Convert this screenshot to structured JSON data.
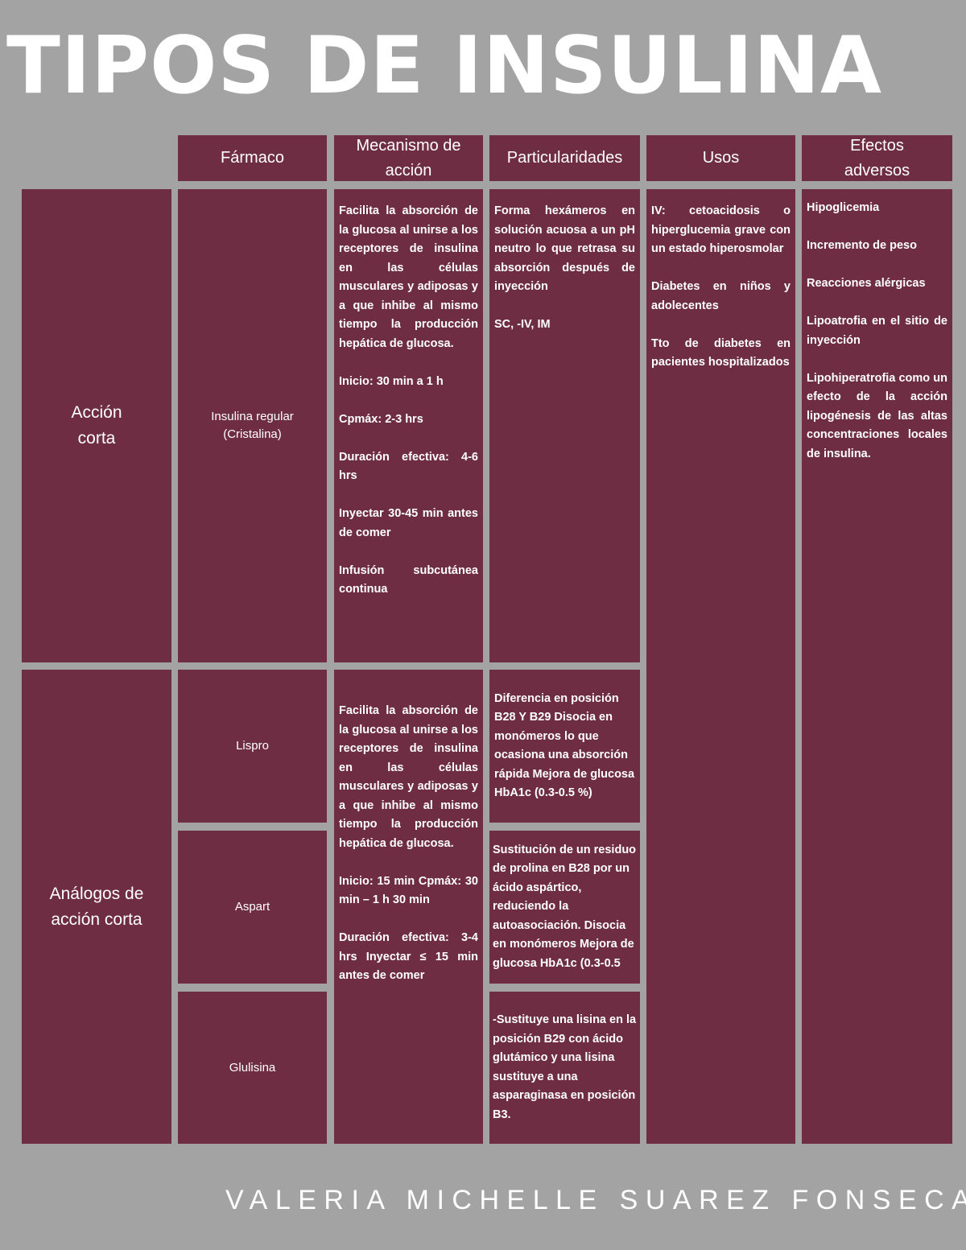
{
  "title": "TIPOS DE INSULINA",
  "author": "VALERIA MICHELLE SUAREZ FONSECA",
  "headers": {
    "farmaco": "Fármaco",
    "mecanismo": "Mecanismo de acción",
    "particularidades": "Particularidades",
    "usos": "Usos",
    "efectos": "Efectos adversos"
  },
  "rows": {
    "accion_corta": {
      "label": "Acción corta",
      "drug": "Insulina regular (Cristalina)",
      "mecanismo": [
        "Facilita la absorción de la glucosa al unirse a los receptores de insulina en las células musculares y adiposas y a que inhibe al mismo tiempo la producción hepática de glucosa.",
        "Inicio: 30 min a 1 h",
        "Cpmáx: 2-3 hrs",
        "Duración efectiva: 4-6 hrs",
        "Inyectar 30-45 min antes de comer",
        "Infusión subcutánea continua"
      ],
      "particularidades": [
        "Forma hexámeros en solución acuosa a un pH neutro lo que retrasa su absorción después de inyección",
        "SC, -IV, IM"
      ]
    },
    "analogos": {
      "label": "Análogos de acción corta",
      "mecanismo": [
        "Facilita la absorción de la glucosa al unirse a los receptores de insulina en las células musculares y adiposas y a que inhibe al mismo tiempo la producción hepática de glucosa.",
        "Inicio: 15 min Cpmáx: 30 min – 1 h 30 min",
        "Duración efectiva: 3-4 hrs Inyectar ≤ 15 min antes de comer"
      ],
      "drugs": [
        {
          "name": "Lispro",
          "particularidades": "Diferencia en posición B28 Y B29 Disocia en monómeros lo que ocasiona una absorción rápida Mejora de glucosa HbA1c (0.3-0.5 %)"
        },
        {
          "name": "Aspart",
          "particularidades": "Sustitución de un residuo de prolina en B28 por un ácido aspártico, reduciendo la autoasociación. Disocia en monómeros Mejora de glucosa HbA1c (0.3-0.5"
        },
        {
          "name": "Glulisina",
          "particularidades": "-Sustituye una lisina en la posición B29 con ácido glutámico y una lisina sustituye a una asparaginasa en posición B3."
        }
      ]
    }
  },
  "usos": [
    "IV: cetoacidosis o hiperglucemia grave con un estado hiperosmolar",
    "Diabetes en niños y adolecentes",
    "Tto de diabetes en pacientes hospitalizados"
  ],
  "efectos": [
    "Hipoglicemia",
    "Incremento de peso",
    "Reacciones alérgicas",
    "Lipoatrofia en el sitio de inyección",
    "Lipohiperatrofia como un efecto de la acción lipogénesis de las altas concentraciones locales de insulina."
  ]
}
